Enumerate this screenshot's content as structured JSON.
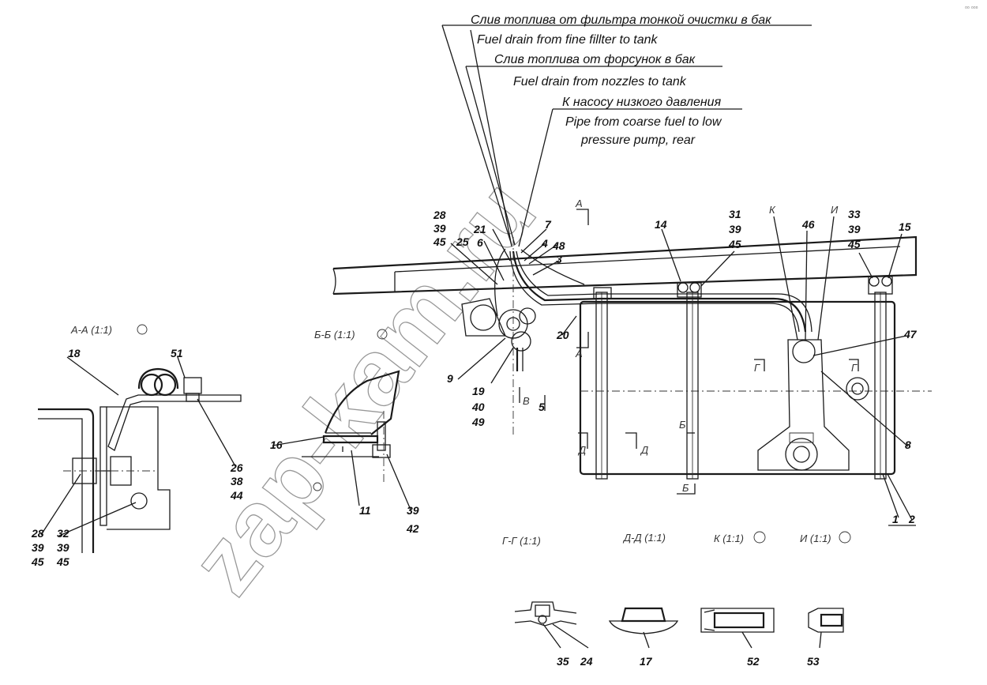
{
  "captions": {
    "drain_fine_ru": "Слив топлива от фильтра тонкой очистки в бак",
    "drain_fine_en": "Fuel drain from fine fillter to tank",
    "drain_nozzle_ru": "Слив топлива от форсунок в бак",
    "drain_nozzle_en": "Fuel drain from nozzles to tank",
    "pump_ru": "К насосу низкого давления",
    "pump_en_1": "Pipe from coarse fuel to low",
    "pump_en_2": "pressure pump, rear"
  },
  "sections": {
    "aa": "А-А (1:1)",
    "bb": "Б-Б (1:1)",
    "gg": "Г-Г (1:1)",
    "dd": "Д-Д (1:1)",
    "k": "К (1:1)",
    "i": "И (1:1)"
  },
  "section_marks": {
    "a": "А",
    "b": "Б",
    "v": "В",
    "g": "Г",
    "d": "Д",
    "k": "К",
    "i": "И"
  },
  "callouts": {
    "c1": "1",
    "c2": "2",
    "c3": "3",
    "c4": "4",
    "c5": "5",
    "c6": "6",
    "c7": "7",
    "c8": "8",
    "c9": "9",
    "c11": "11",
    "c14": "14",
    "c15": "15",
    "c16": "16",
    "c17": "17",
    "c18": "18",
    "c19": "19",
    "c20": "20",
    "c21": "21",
    "c24": "24",
    "c25": "25",
    "c26": "26",
    "c28a": "28",
    "c28b": "28",
    "c31": "31",
    "c32": "32",
    "c33": "33",
    "c35": "35",
    "c38": "38",
    "c39a": "39",
    "c39b": "39",
    "c39c": "39",
    "c39d": "39",
    "c39e": "39",
    "c39f": "39",
    "c40": "40",
    "c42": "42",
    "c44": "44",
    "c45a": "45",
    "c45b": "45",
    "c45c": "45",
    "c45d": "45",
    "c45e": "45",
    "c46": "46",
    "c47": "47",
    "c48": "48",
    "c49": "49",
    "c51": "51",
    "c52": "52",
    "c53": "53"
  },
  "watermark": "zap-kam.ru",
  "corner_mark": "▫▫ ▫▫▫"
}
